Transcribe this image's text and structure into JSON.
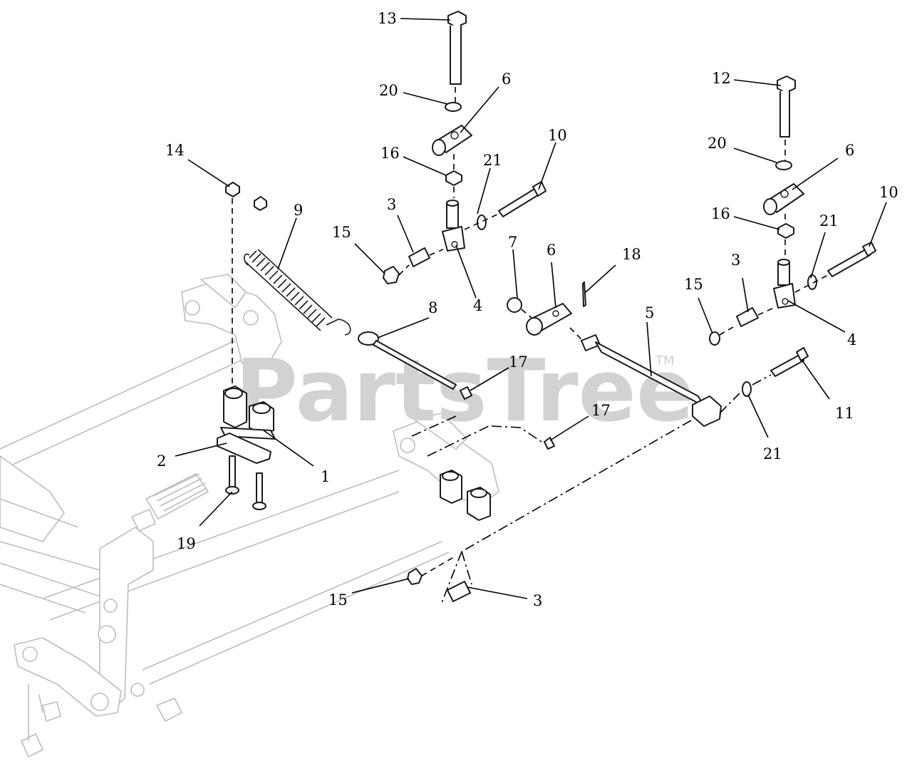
{
  "watermark": {
    "text": "PartsTree",
    "trademark": "TM"
  },
  "callouts": [
    {
      "id": "c13",
      "label": "13"
    },
    {
      "id": "c20a",
      "label": "20"
    },
    {
      "id": "c6a",
      "label": "6"
    },
    {
      "id": "c16a",
      "label": "16"
    },
    {
      "id": "c21a",
      "label": "21"
    },
    {
      "id": "c10a",
      "label": "10"
    },
    {
      "id": "c14",
      "label": "14"
    },
    {
      "id": "c9",
      "label": "9"
    },
    {
      "id": "c3a",
      "label": "3"
    },
    {
      "id": "c15a",
      "label": "15"
    },
    {
      "id": "c4a",
      "label": "4"
    },
    {
      "id": "c7",
      "label": "7"
    },
    {
      "id": "c6b",
      "label": "6"
    },
    {
      "id": "c18",
      "label": "18"
    },
    {
      "id": "c8",
      "label": "8"
    },
    {
      "id": "c5",
      "label": "5"
    },
    {
      "id": "c17a",
      "label": "17"
    },
    {
      "id": "c17b",
      "label": "17"
    },
    {
      "id": "c12",
      "label": "12"
    },
    {
      "id": "c20b",
      "label": "20"
    },
    {
      "id": "c6c",
      "label": "6"
    },
    {
      "id": "c16b",
      "label": "16"
    },
    {
      "id": "c21b",
      "label": "21"
    },
    {
      "id": "c10b",
      "label": "10"
    },
    {
      "id": "c3b",
      "label": "3"
    },
    {
      "id": "c15b",
      "label": "15"
    },
    {
      "id": "c4b",
      "label": "4"
    },
    {
      "id": "c11",
      "label": "11"
    },
    {
      "id": "c21c",
      "label": "21"
    },
    {
      "id": "c2",
      "label": "2"
    },
    {
      "id": "c1",
      "label": "1"
    },
    {
      "id": "c19",
      "label": "19"
    },
    {
      "id": "c15c",
      "label": "15"
    },
    {
      "id": "c3c",
      "label": "3"
    }
  ]
}
